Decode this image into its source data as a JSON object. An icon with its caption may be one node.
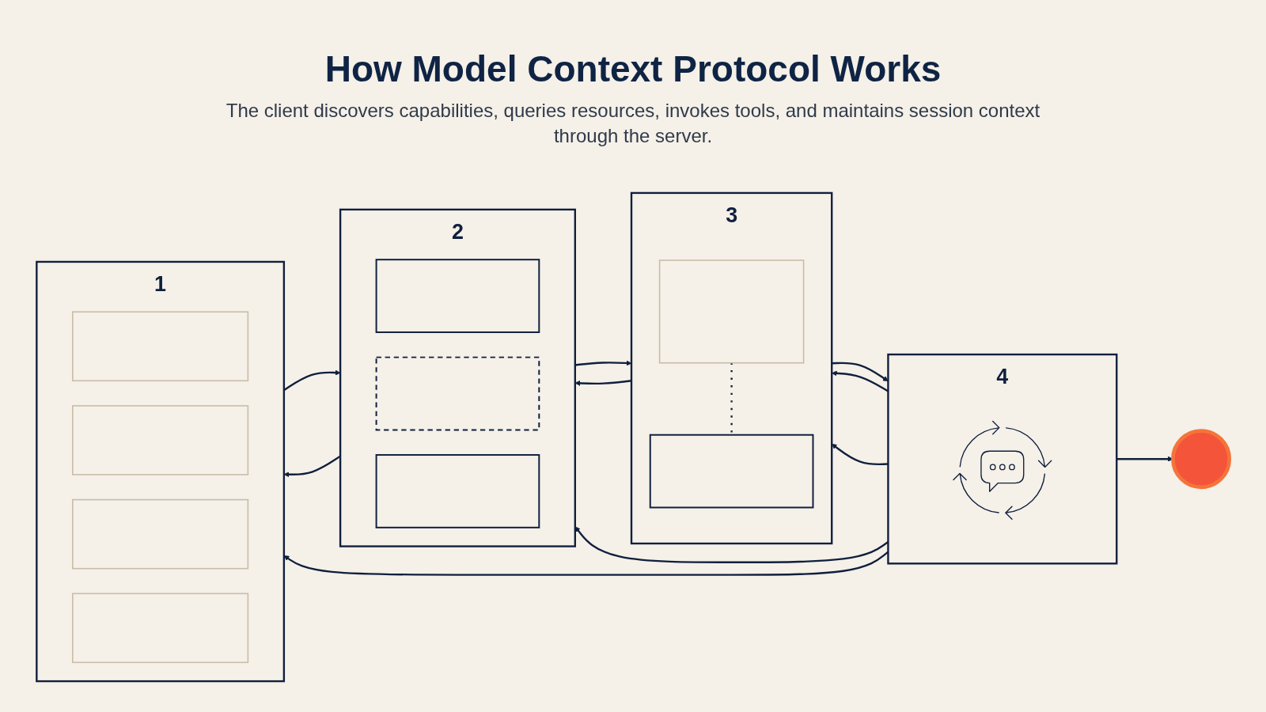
{
  "diagram": {
    "title": "How Model Context Protocol Works",
    "caption": "The client discovers capabilities, queries resources, invokes tools, and maintains session context through the server.",
    "nodes": [
      {
        "text": [
          "1"
        ]
      },
      {
        "text": [],
        "shape": "box",
        "in": 0
      },
      {
        "text": [],
        "shape": "box",
        "in": 0
      },
      {
        "text": [],
        "shape": "box",
        "in": 0
      },
      {
        "text": [],
        "shape": "box",
        "in": 0
      },
      {
        "text": [
          "2"
        ]
      },
      {
        "text": [],
        "shape": "box",
        "in": 5
      },
      {
        "text": [],
        "shape": "box",
        "in": 5
      },
      {
        "text": [],
        "shape": "box",
        "in": 5
      },
      {
        "text": [
          "3"
        ]
      },
      {
        "text": [],
        "shape": "box",
        "in": 9
      },
      {
        "text": [],
        "shape": "box",
        "in": 9
      },
      {
        "text": [
          "4"
        ]
      },
      {
        "text": [],
        "shape": "picture",
        "in": 12
      },
      {
        "text": [],
        "shape": "circle"
      }
    ],
    "edges": [
      {
        "from": 0,
        "to": 5,
        "arrow": "to"
      },
      {
        "from": 5,
        "to": 0,
        "arrow": "to"
      },
      {
        "from": 5,
        "to": 9,
        "arrow": "to"
      },
      {
        "from": 9,
        "to": 5,
        "arrow": "to"
      },
      {
        "from": 10,
        "to": 11,
        "arrow": "none",
        "style": "dashed"
      },
      {
        "from": 9,
        "to": 12,
        "arrow": "to"
      },
      {
        "from": 12,
        "to": 9,
        "arrow": "to"
      },
      {
        "from": 12,
        "to": 0,
        "arrow": "to"
      },
      {
        "from": 12,
        "to": 5,
        "arrow": "to"
      },
      {
        "from": 12,
        "to": 9,
        "arrow": "to"
      },
      {
        "from": 12,
        "to": 14,
        "arrow": "to"
      }
    ]
  }
}
